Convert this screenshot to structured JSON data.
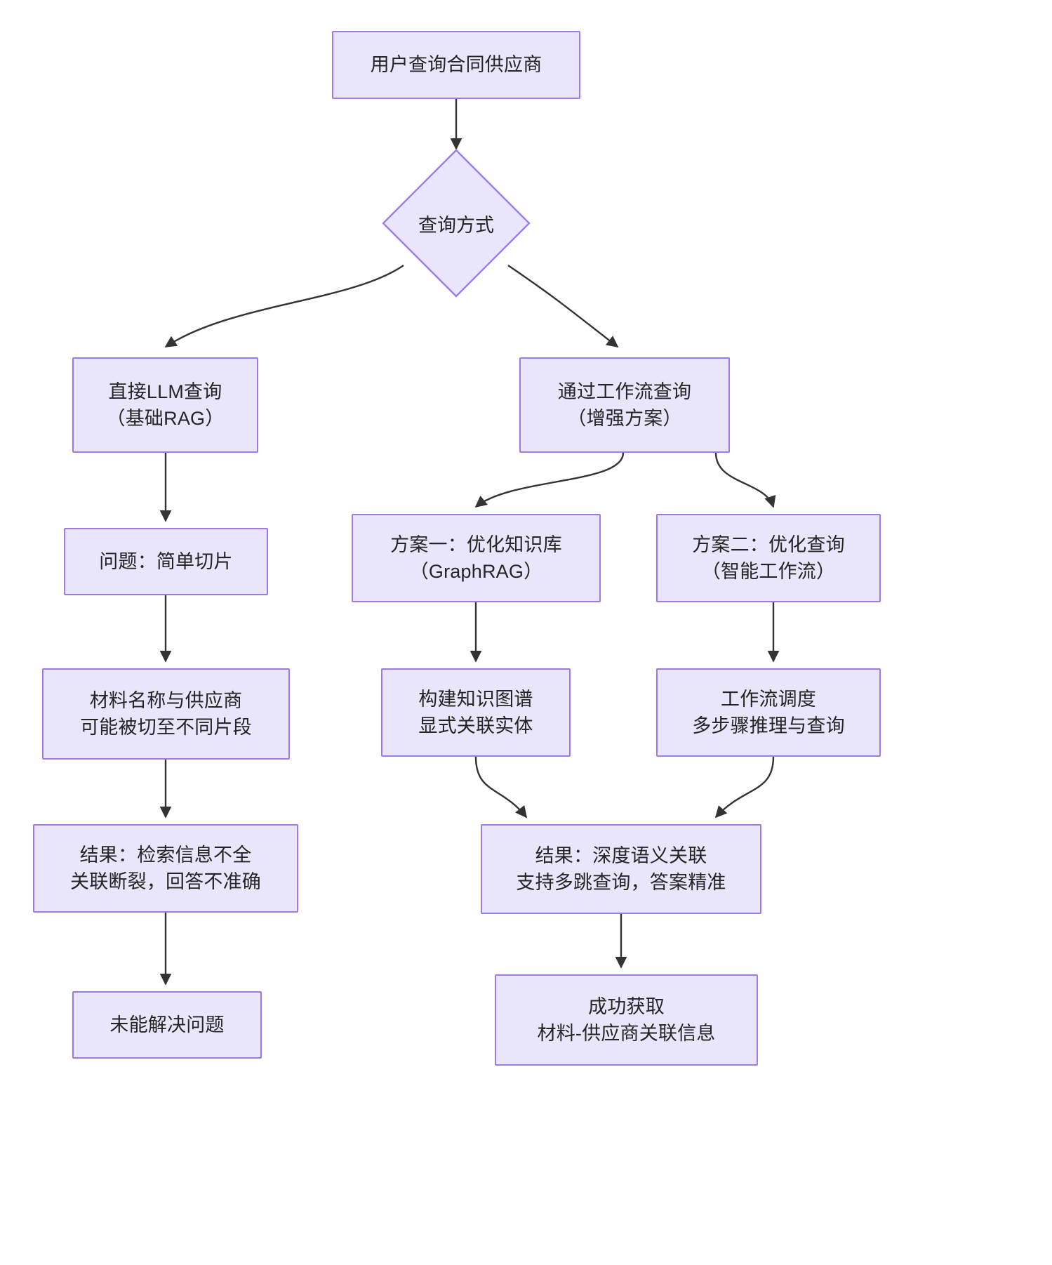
{
  "diagram": {
    "type": "flowchart",
    "direction": "top-down",
    "theme": {
      "node_fill": "#e9e6fb",
      "node_border": "#9d7ce8",
      "edge_color": "#333333",
      "text_color": "#242424",
      "background": "#ffffff"
    },
    "nodes": [
      {
        "id": "start",
        "shape": "rect",
        "lines": [
          "用户查询合同供应商"
        ]
      },
      {
        "id": "decision",
        "shape": "diamond",
        "lines": [
          "查询方式"
        ]
      },
      {
        "id": "direct_llm",
        "shape": "rect",
        "lines": [
          "直接LLM查询",
          "（基础RAG）"
        ]
      },
      {
        "id": "workflow",
        "shape": "rect",
        "lines": [
          "通过工作流查询",
          "（增强方案）"
        ]
      },
      {
        "id": "problem_chunk",
        "shape": "rect",
        "lines": [
          "问题：简单切片"
        ]
      },
      {
        "id": "plan_one",
        "shape": "rect",
        "lines": [
          "方案一：优化知识库",
          "（GraphRAG）"
        ]
      },
      {
        "id": "plan_two",
        "shape": "rect",
        "lines": [
          "方案二：优化查询",
          "（智能工作流）"
        ]
      },
      {
        "id": "split_chunks",
        "shape": "rect",
        "lines": [
          "材料名称与供应商",
          "可能被切至不同片段"
        ]
      },
      {
        "id": "build_graph",
        "shape": "rect",
        "lines": [
          "构建知识图谱",
          "显式关联实体"
        ]
      },
      {
        "id": "workflow_schedule",
        "shape": "rect",
        "lines": [
          "工作流调度",
          "多步骤推理与查询"
        ]
      },
      {
        "id": "bad_result",
        "shape": "rect",
        "lines": [
          "结果：检索信息不全",
          "关联断裂，回答不准确"
        ]
      },
      {
        "id": "good_result",
        "shape": "rect",
        "lines": [
          "结果：深度语义关联",
          "支持多跳查询，答案精准"
        ]
      },
      {
        "id": "unsolved",
        "shape": "rect",
        "lines": [
          "未能解决问题"
        ]
      },
      {
        "id": "success",
        "shape": "rect",
        "lines": [
          "成功获取",
          "材料-供应商关联信息"
        ]
      }
    ],
    "edges": [
      {
        "from": "start",
        "to": "decision",
        "label": ""
      },
      {
        "from": "decision",
        "to": "direct_llm",
        "label": ""
      },
      {
        "from": "decision",
        "to": "workflow",
        "label": ""
      },
      {
        "from": "direct_llm",
        "to": "problem_chunk",
        "label": ""
      },
      {
        "from": "workflow",
        "to": "plan_one",
        "label": ""
      },
      {
        "from": "workflow",
        "to": "plan_two",
        "label": ""
      },
      {
        "from": "problem_chunk",
        "to": "split_chunks",
        "label": ""
      },
      {
        "from": "plan_one",
        "to": "build_graph",
        "label": ""
      },
      {
        "from": "plan_two",
        "to": "workflow_schedule",
        "label": ""
      },
      {
        "from": "split_chunks",
        "to": "bad_result",
        "label": ""
      },
      {
        "from": "build_graph",
        "to": "good_result",
        "label": ""
      },
      {
        "from": "workflow_schedule",
        "to": "good_result",
        "label": ""
      },
      {
        "from": "bad_result",
        "to": "unsolved",
        "label": ""
      },
      {
        "from": "good_result",
        "to": "success",
        "label": ""
      }
    ]
  }
}
